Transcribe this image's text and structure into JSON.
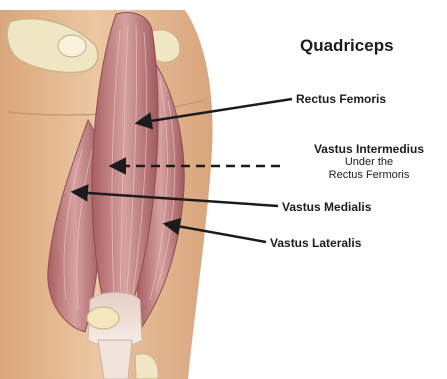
{
  "diagram": {
    "title": "Quadriceps",
    "labels": {
      "rectus_femoris": "Rectus Femoris",
      "vastus_intermedius": "Vastus Intermedius",
      "vastus_intermedius_note_1": "Under the",
      "vastus_intermedius_note_2": "Rectus Fermoris",
      "vastus_medialis": "Vastus Medialis",
      "vastus_lateralis": "Vastus Lateralis"
    },
    "colors": {
      "skin": "#e6bd96",
      "muscle": "#c98d8e",
      "muscle_dark": "#a45f63",
      "tendon": "#efe3dc",
      "bone": "#f1e6c4",
      "text": "#1c1c1c"
    }
  }
}
